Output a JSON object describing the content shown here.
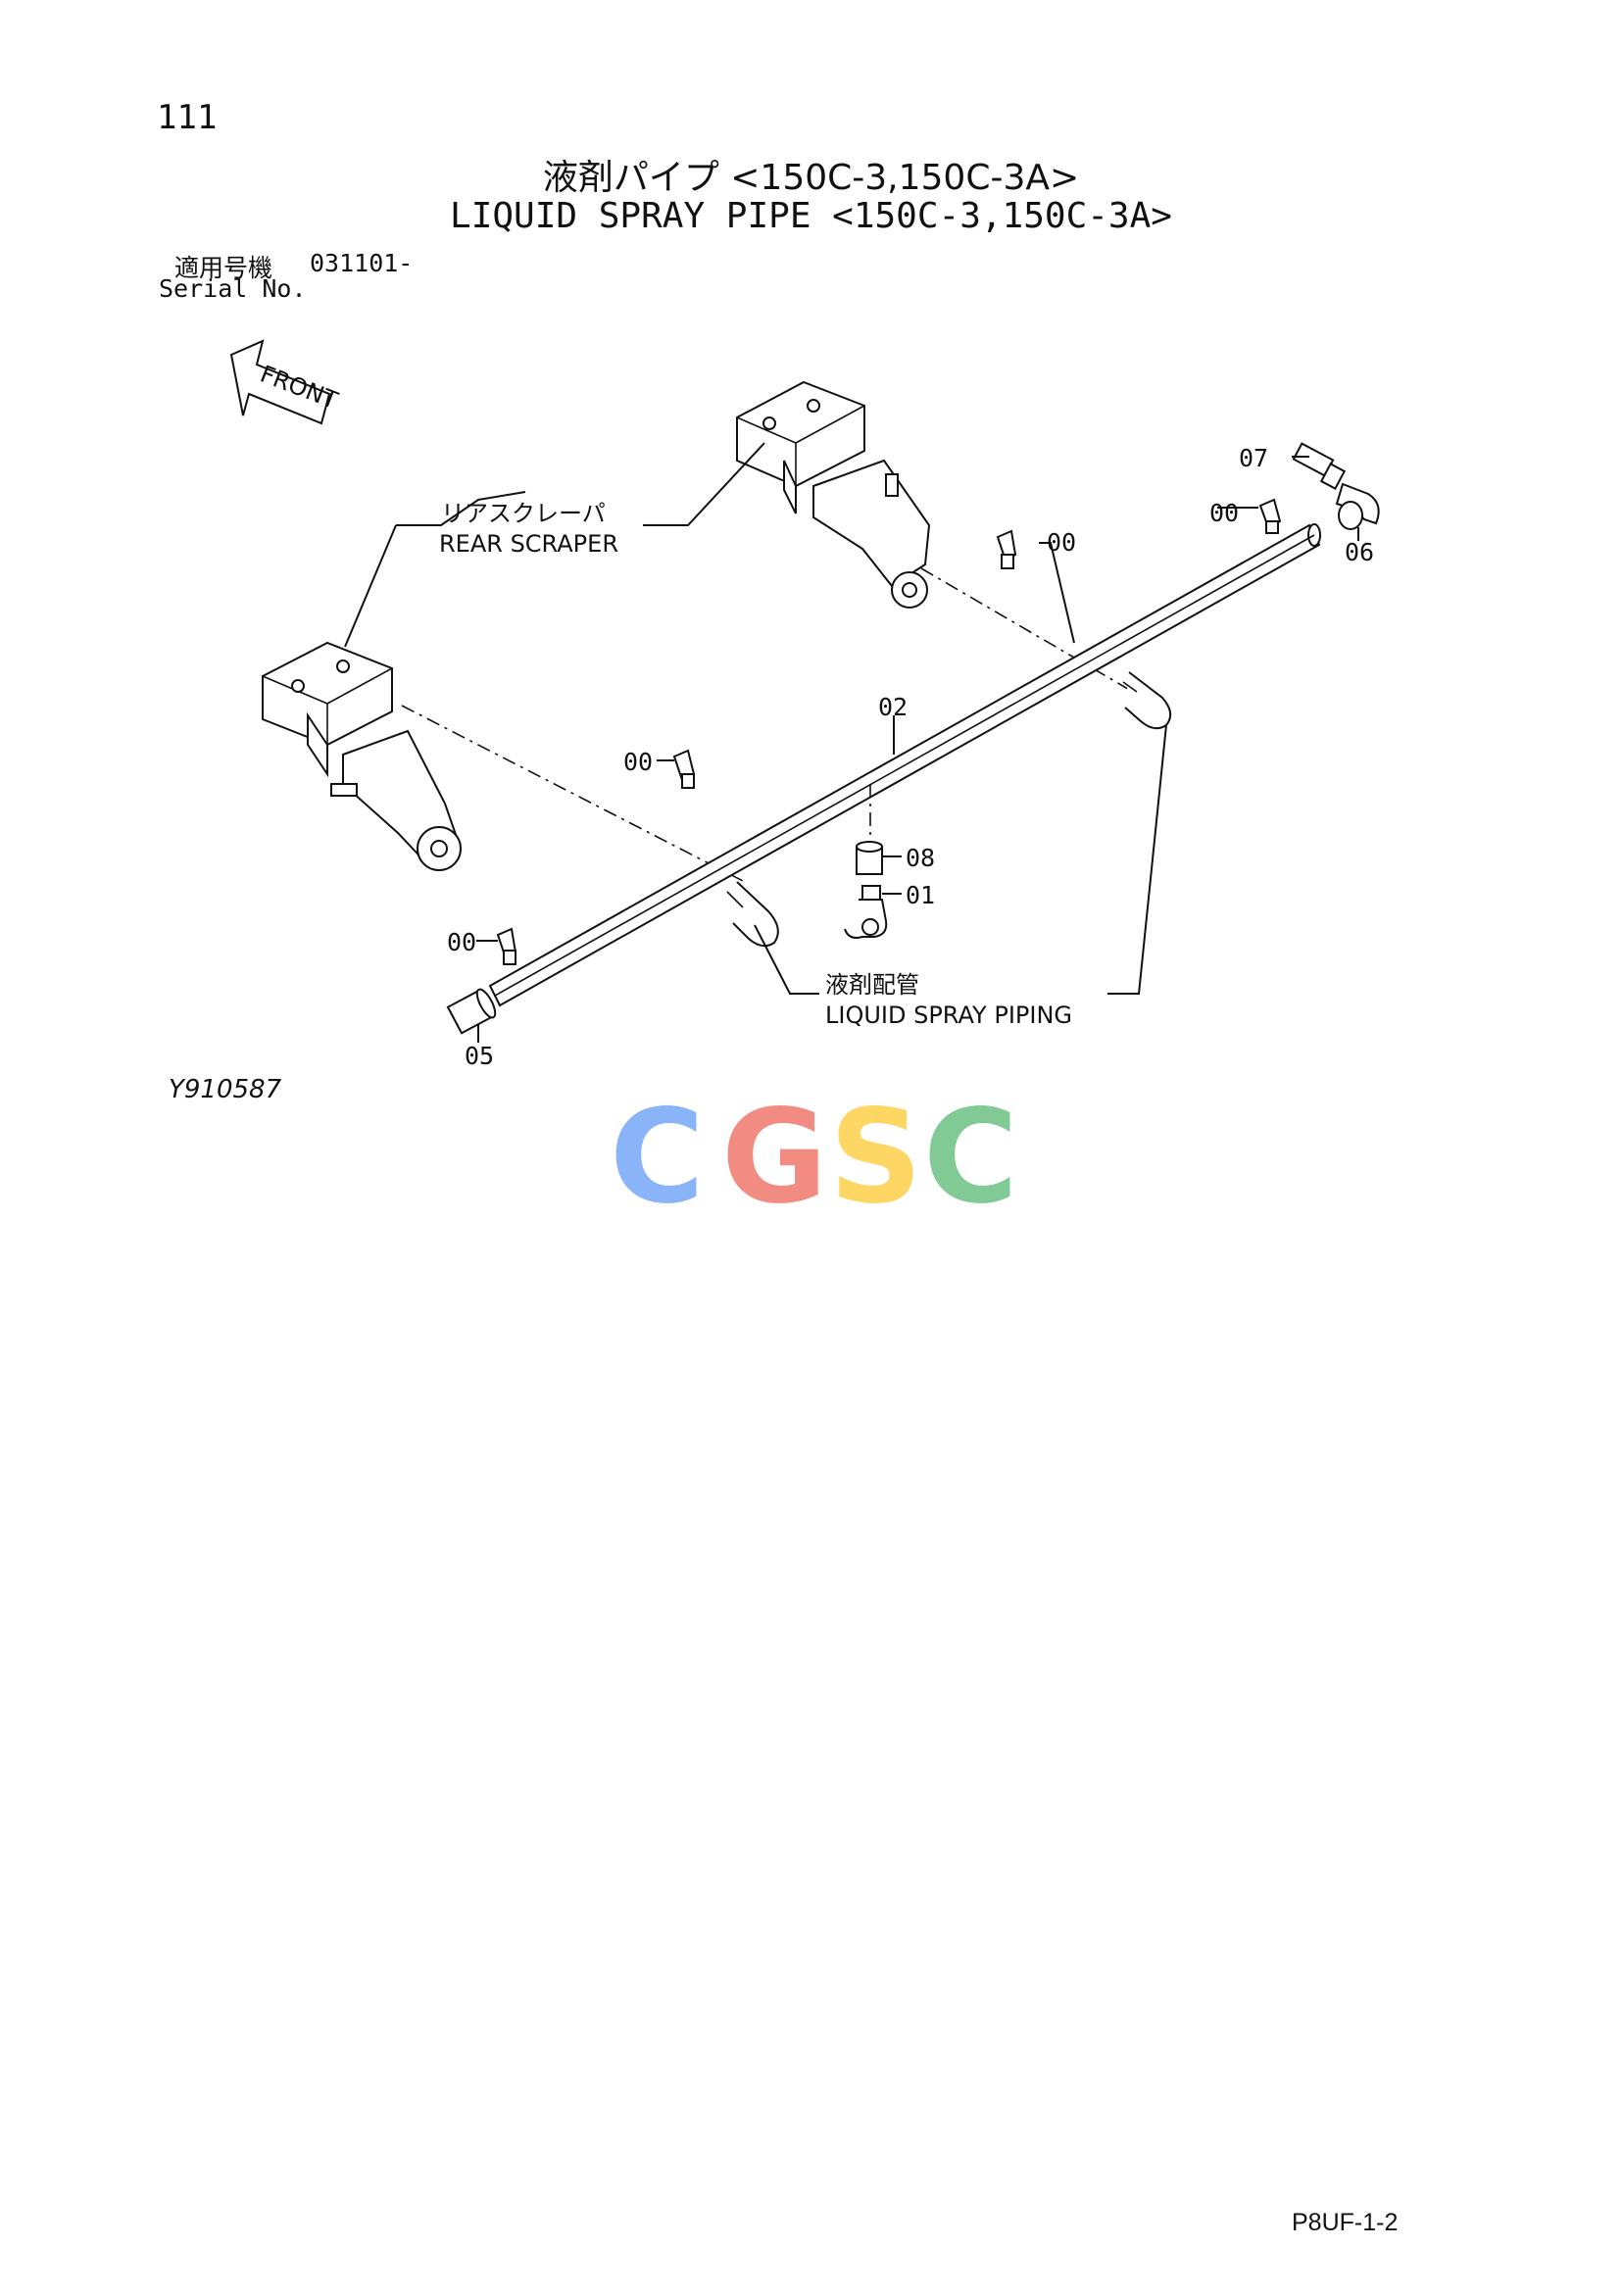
{
  "page_number": "111",
  "title_jp": "液剤パイプ <150C-3,150C-3A>",
  "title_en": "LIQUID SPRAY PIPE <150C-3,150C-3A>",
  "serial": {
    "label_jp": "適用号機",
    "label_en": "Serial No.",
    "value": "031101-"
  },
  "front_label": "FRONT",
  "callouts": {
    "rear_scraper_jp": "リアスクレーパ",
    "rear_scraper_en": "REAR SCRAPER",
    "liquid_piping_jp": "液剤配管",
    "liquid_piping_en": "LIQUID SPRAY PIPING"
  },
  "part_labels": {
    "p07": "07",
    "p00a": "00",
    "p06": "06",
    "p00b": "00",
    "p02": "02",
    "p00c": "00",
    "p08": "08",
    "p01": "01",
    "p00d": "00",
    "p05": "05"
  },
  "diagram_code": "Y910587",
  "watermark": {
    "c1": "C",
    "g": "G",
    "s": "S",
    "c2": "C",
    "colors": {
      "c1": "#8ab4f8",
      "g": "#f28b82",
      "s": "#fdd663",
      "c2": "#81c995"
    }
  },
  "page_code": "P8UF-1-2"
}
